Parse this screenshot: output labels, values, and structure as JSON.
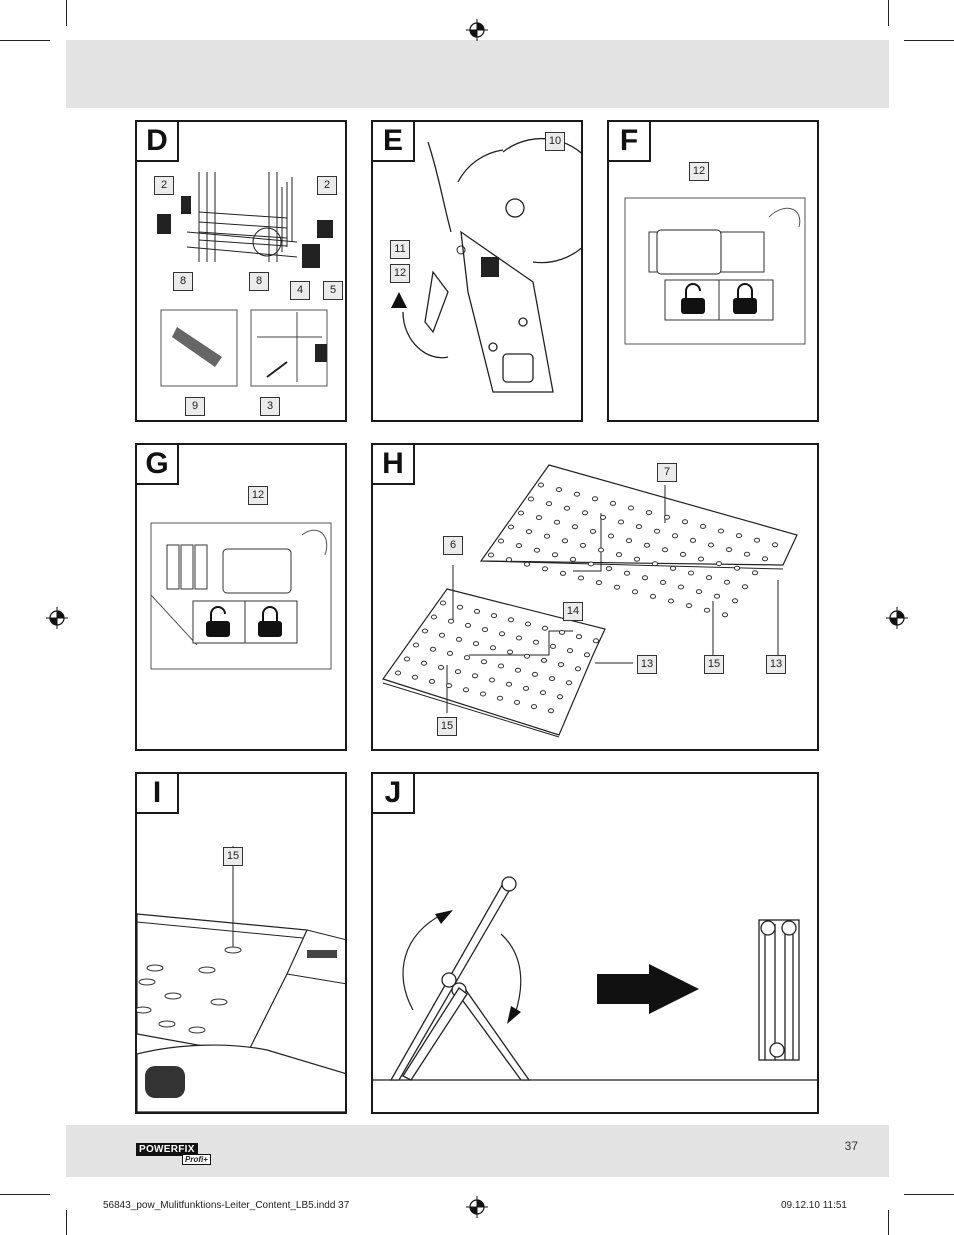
{
  "panels": {
    "D": {
      "letter": "D",
      "callouts": [
        "2",
        "2",
        "8",
        "8",
        "4",
        "5",
        "9",
        "3"
      ]
    },
    "E": {
      "letter": "E",
      "callouts": [
        "10",
        "11",
        "12"
      ]
    },
    "F": {
      "letter": "F",
      "callouts": [
        "12"
      ]
    },
    "G": {
      "letter": "G",
      "callouts": [
        "12"
      ]
    },
    "H": {
      "letter": "H",
      "callouts": [
        "7",
        "6",
        "14",
        "13",
        "15",
        "13",
        "15"
      ]
    },
    "I": {
      "letter": "I",
      "callouts": [
        "15"
      ]
    },
    "J": {
      "letter": "J",
      "callouts": []
    }
  },
  "footer": {
    "page_number": "37",
    "file_name": "56843_pow_Mulitfunktions-Leiter_Content_LB5.indd   37",
    "date_time": "09.12.10   11:51",
    "logo_main": "POWERFIX",
    "logo_sub": "Profi+"
  }
}
